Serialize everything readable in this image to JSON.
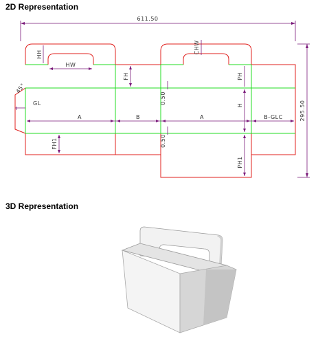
{
  "headings": {
    "two_d": "2D Representation",
    "three_d": "3D Representation"
  },
  "dimensions": {
    "total_width": "611.50",
    "total_height": "295.50",
    "HH": "HH",
    "HW": "HW",
    "CHW": "CHW",
    "FH": "FH",
    "PH": "PH",
    "GL": "GL",
    "A_left": "A",
    "B": "B",
    "A_right": "A",
    "B_GLC": "B-GLC",
    "H": "H",
    "FH1": "FH1",
    "PH1": "PH1",
    "offset_top": "0.50",
    "offset_bottom": "0.50",
    "angle": "45°"
  },
  "colors": {
    "cut_line": "#e0201e",
    "fold_line": "#22dd22",
    "dimension_line": "#7a1a7a",
    "box_light": "#f2f2f2",
    "box_mid": "#d9d9d9",
    "box_dark": "#c4c4c4"
  }
}
